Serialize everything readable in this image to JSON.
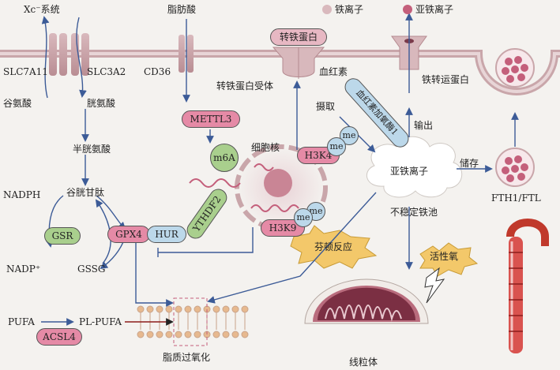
{
  "legend": {
    "ferric_ion": "铁离子",
    "ferrous_ion": "亚铁离子"
  },
  "membrane_left": {
    "xc_system": "Xc⁻系统",
    "slc7a11": "SLC7A11",
    "slc3a2": "SLC3A2",
    "glutamate": "谷氨酸",
    "cystine": "胱氨酸",
    "cysteine": "半胱氨酸",
    "glutathione": "谷胱甘肽",
    "nadph": "NADPH",
    "nadp": "NADP⁺",
    "gsr": "GSR",
    "gssg": "GSSG",
    "gpx4": "GPX4",
    "hur": "HUR"
  },
  "fatty_acid": {
    "fatty_acid": "脂肪酸",
    "cd36": "CD36",
    "mettl3": "METTL3",
    "m6a": "m6A",
    "ythdf2": "YTHDF2"
  },
  "iron": {
    "transferrin": "转铁蛋白",
    "transferrin_receptor": "转铁蛋白受体",
    "heme": "血红素",
    "heme_oxygenase": "血红素加氧酶1",
    "uptake": "摄取",
    "ferroportin": "铁转运蛋白",
    "export": "输出",
    "storage": "储存",
    "labile_pool_core": "亚铁离子",
    "labile_pool": "不稳定铁池",
    "ferritin": "FTH1/FTL"
  },
  "nucleus": {
    "label": "细胞核",
    "h3k4": "H3K4",
    "h3k9": "H3K9",
    "me": "me"
  },
  "reactions": {
    "fenton": "芬顿反应",
    "ros": "活性氧",
    "pufa": "PUFA",
    "pl_pufa": "PL-PUFA",
    "acsl4": "ACSL4",
    "lipid_peroxidation": "脂质过氧化",
    "mitochondria": "线粒体"
  },
  "colors": {
    "membrane": "#c9a6aa",
    "pink_node": "#e58aa6",
    "blue_node": "#bcd8ea",
    "green_node": "#a9cf8d",
    "iron_ball": "#c45f7b",
    "arrow": "#3c5b97",
    "starburst": "#f3c86a"
  }
}
